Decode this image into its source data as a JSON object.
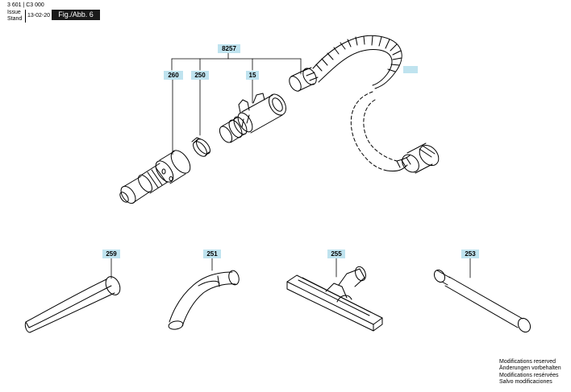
{
  "header": {
    "doc_number": "3 601 | C3 000",
    "issue_label_line1": "Issue",
    "issue_label_line2": "Stand",
    "issue_date": "13-02-20",
    "figure_label": "Fig./Abb. 6"
  },
  "callouts": {
    "assembly": "8257",
    "part_260": "260",
    "part_250": "250",
    "part_15": "15",
    "part_hose": "",
    "part_259": "259",
    "part_251": "251",
    "part_255": "255",
    "part_253": "253"
  },
  "footer": {
    "mod_en": "Modifications reserved",
    "mod_de": "Änderungen vorbehalten",
    "mod_fr": "Modifications resérvées",
    "mod_es": "Salvo modificaciones"
  }
}
